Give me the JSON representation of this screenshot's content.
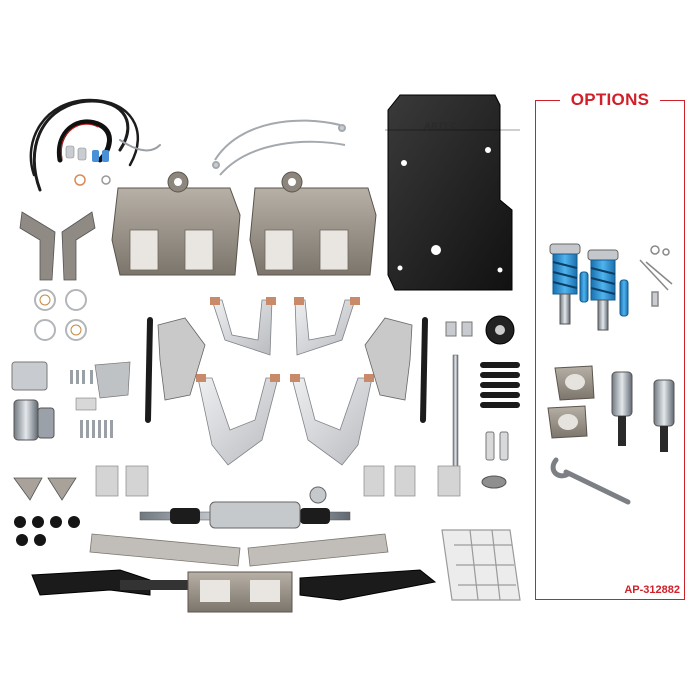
{
  "options_panel": {
    "title": "OPTIONS",
    "part_number": "AP-312882",
    "accent_color": "#d0202a"
  },
  "skid_plate": {
    "logo_text": "ARTEC"
  },
  "colors": {
    "raw_steel": "#9c948a",
    "aluminum": "#d7d8da",
    "black_parts": "#1e1e1e",
    "coilover_blue": "#2a8fd0"
  }
}
